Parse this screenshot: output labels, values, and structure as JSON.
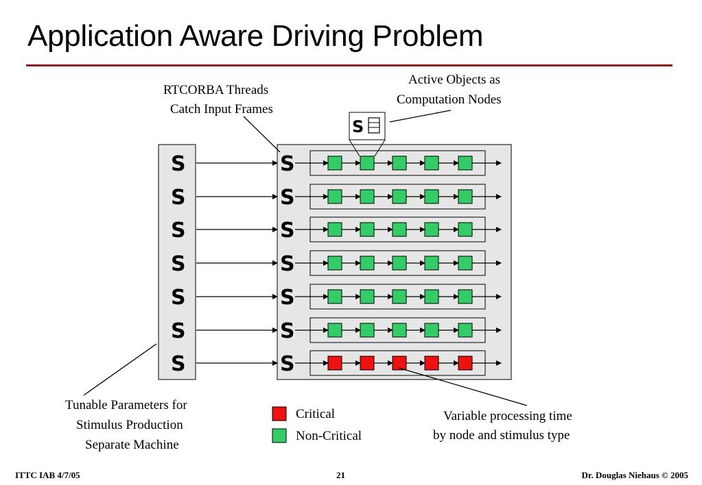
{
  "slide": {
    "title": "Application Aware Driving Problem"
  },
  "diagram": {
    "label_threads": [
      "RTCORBA Threads",
      "Catch Input Frames"
    ],
    "label_active_objects": [
      "Active Objects as",
      "Computation Nodes"
    ],
    "label_tunable": [
      "Tunable Parameters for",
      "Stimulus Production",
      "Separate Machine"
    ],
    "label_variable": [
      "Variable processing time",
      "by node and stimulus type"
    ],
    "stimulus_glyph": "S",
    "rows": [
      {
        "type": "non-critical"
      },
      {
        "type": "non-critical"
      },
      {
        "type": "non-critical"
      },
      {
        "type": "non-critical"
      },
      {
        "type": "non-critical"
      },
      {
        "type": "non-critical"
      },
      {
        "type": "critical"
      }
    ],
    "nodes_per_row": 5,
    "colors": {
      "critical": "#ee1111",
      "non_critical": "#33cc66",
      "panel": "#e6e6e6"
    }
  },
  "legend": {
    "critical": "Critical",
    "non_critical": "Non-Critical"
  },
  "footer": {
    "left": "ITTC IAB  4/7/05",
    "center": "21",
    "right": "Dr. Douglas Niehaus © 2005"
  }
}
